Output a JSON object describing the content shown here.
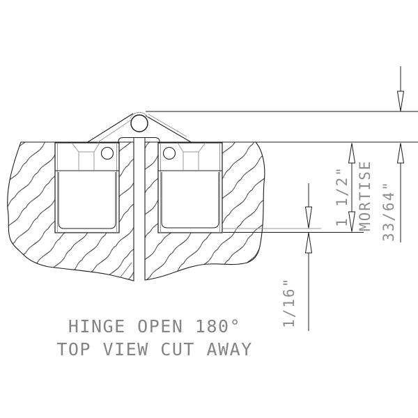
{
  "drawing": {
    "caption": {
      "line1": "HINGE OPEN 180°",
      "line2": "TOP VIEW CUT AWAY"
    },
    "dimensions": {
      "mortise_width": "1 1/2\"",
      "mortise_label": "MORTISE",
      "face_to_mortise": "33/64\"",
      "clearance": "1/16\""
    },
    "colors": {
      "line": "#1c1c1c",
      "dimension_text": "#8d8d8d",
      "light_line": "#9a9a9a",
      "background": "#ffffff"
    }
  }
}
